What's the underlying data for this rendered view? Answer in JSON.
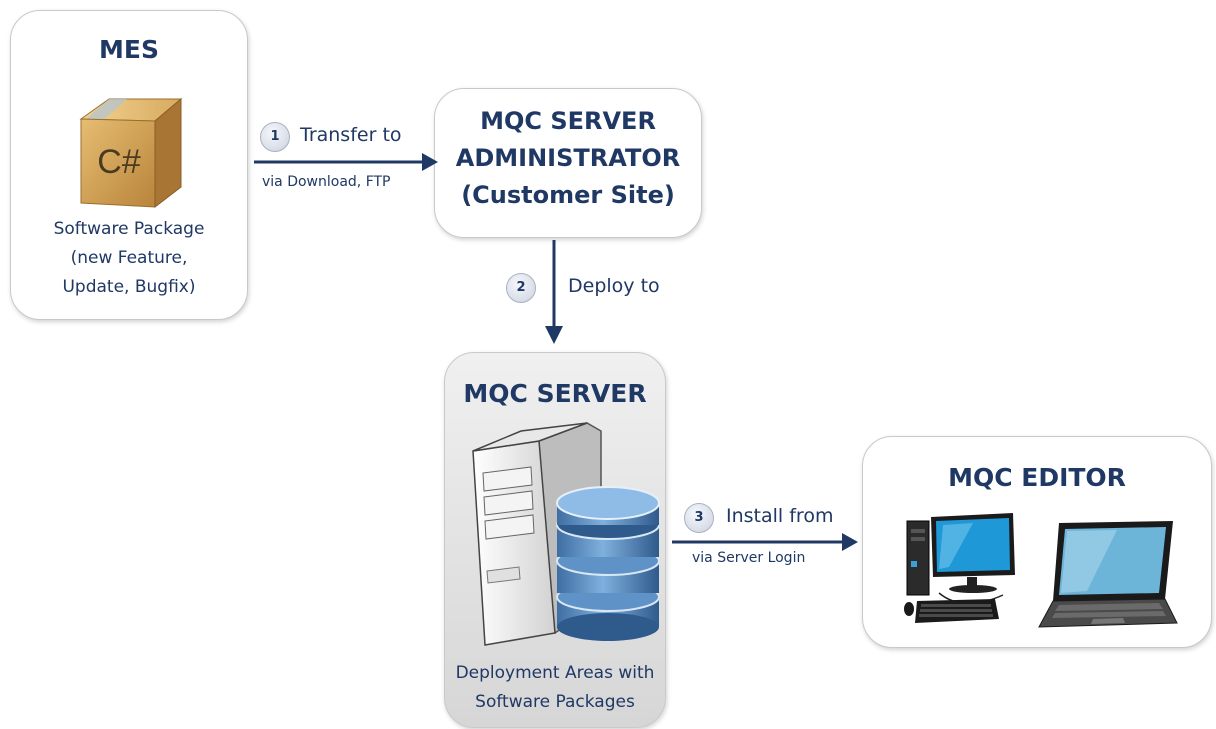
{
  "mes": {
    "title": "MES",
    "package_text": "C#",
    "caption": [
      "Software Package",
      "(new Feature,",
      "Update, Bugfix)"
    ]
  },
  "admin": {
    "title_lines": [
      "MQC SERVER",
      "ADMINISTRATOR",
      "(Customer Site)"
    ]
  },
  "server": {
    "title": "MQC SERVER",
    "caption": [
      "Deployment Areas with",
      "Software Packages"
    ]
  },
  "editor": {
    "title": "MQC EDITOR"
  },
  "steps": [
    {
      "number": "1",
      "label": "Transfer to",
      "sublabel": "via Download, FTP"
    },
    {
      "number": "2",
      "label": "Deploy to",
      "sublabel": ""
    },
    {
      "number": "3",
      "label": "Install from",
      "sublabel": "via Server Login"
    }
  ],
  "colors": {
    "text": "#1f3864",
    "arrow": "#1f3864",
    "box_border": "#c9c9c9",
    "server_box_fill": "#dcdcdc"
  }
}
